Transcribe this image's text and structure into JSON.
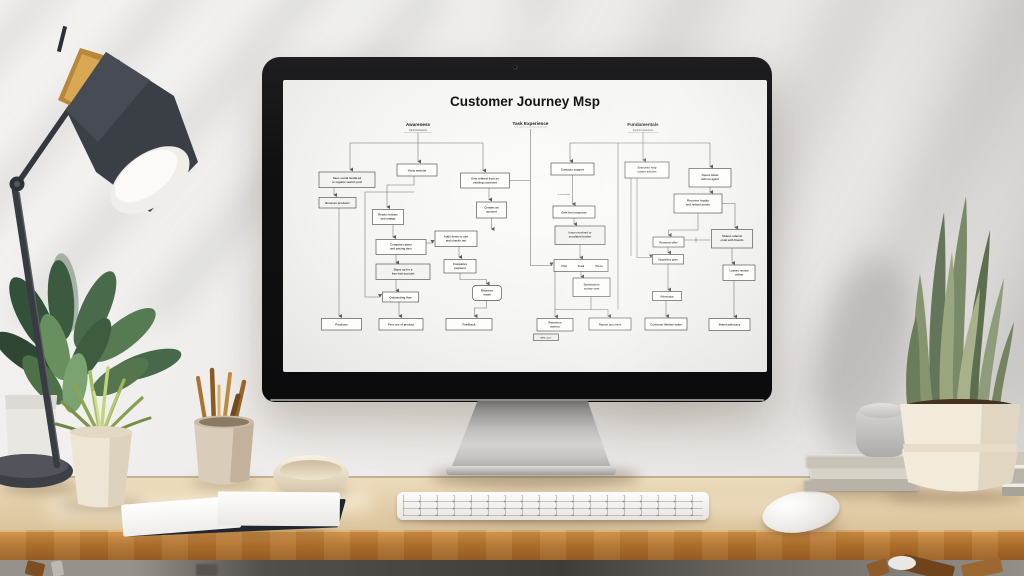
{
  "scene_type": "photo of a wooden desk with an iMac-style monitor showing a flowchart, desk lamp, plants, keyboard and mouse",
  "palette": {
    "wall": "#edecea",
    "desk_surface": "#e2cda8",
    "desk_edge_wood": "#b5742f",
    "monitor_bezel": "#111112",
    "screen_bg": "#f6f6f4",
    "lamp_shade": "#3a3f46",
    "lamp_brass": "#c9973f",
    "flow_line": "#707070",
    "flow_text": "#333333"
  },
  "flowchart": {
    "title": "Customer Journey Msp",
    "columns": [
      {
        "label": "Awareness",
        "sub": "Initial touchpoints"
      },
      {
        "label": "Task Experience",
        "sub": ""
      },
      {
        "label": "Fundamentals",
        "sub": "Support interactions"
      }
    ],
    "note1": "if unresolved",
    "nodes": {
      "a1": "Sees social media ad",
      "a2": "or organic search post",
      "b": "Visits website",
      "c1": "Gets referral from an",
      "c2": "existing customer",
      "d": "Browses products",
      "e1": "Reads reviews",
      "e2": "and ratings",
      "f1": "Compares plans",
      "f2": "and pricing tiers",
      "g1": "Signs up for a",
      "g2": "free trial account",
      "h": "Onboarding flow",
      "i1": "Adds items to cart",
      "i2": "and checks out",
      "j1": "Completes",
      "j2": "payment",
      "k1": "Receives",
      "k2": "email",
      "l1": "Creates an",
      "l2": "account",
      "bl1": "Purchase",
      "bl2": "First use of product",
      "bl3": "Feedback",
      "r1": "Contacts support",
      "r2_1": "Searches help",
      "r2_2": "center articles",
      "r3_1": "Opens ticket",
      "r3_2": "with an agent",
      "r4": "Gets first response",
      "r5_1": "Issue resolved or",
      "r5_2": "escalated further",
      "ch1": "Chat",
      "ch2": "Email",
      "ch3": "Phone",
      "r7_1": "Satisfaction",
      "r7_2": "survey sent",
      "r8": "Renewal offer",
      "r9": "Upgrades plan",
      "r10": "Advocacy",
      "r11_1": "Receives loyalty",
      "r11_2": "and reward points",
      "r12_1": "Shares referral",
      "r12_2": "code with friends",
      "r13_1": "Leaves review",
      "r13_2": "online",
      "br1_1": "Retention",
      "br1_2": "metrics",
      "br1tag": "NPS score",
      "br2": "Repeat purchase",
      "br3": "Customer lifetime value",
      "br4": "Brand advocacy"
    }
  }
}
